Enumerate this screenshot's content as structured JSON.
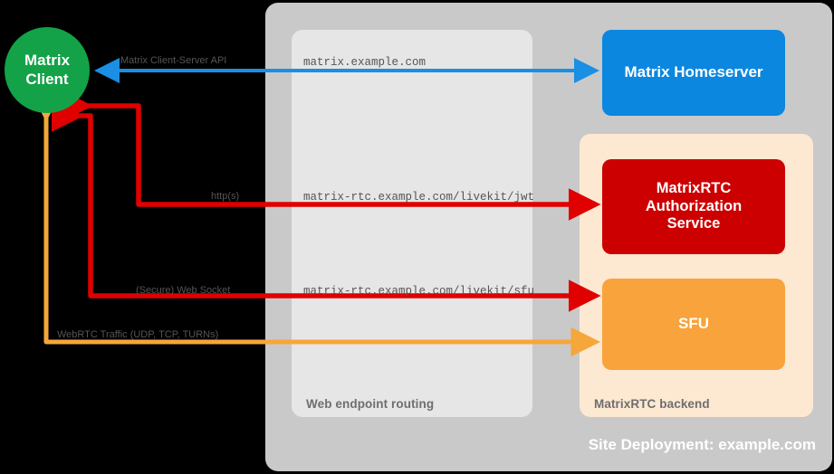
{
  "diagram": {
    "title": "Site Deployment: example.com",
    "colors": {
      "client": "#13a248",
      "homeserver": "#0b87e0",
      "auth_service": "#cc0000",
      "sfu": "#f8a33c",
      "site_container": "#c9c9c9",
      "web_panel": "#e6e6e6",
      "rtc_panel": "#fde8d2",
      "edge_blue": "#1a8fe3",
      "edge_red": "#e00000",
      "edge_orange": "#f5a73b"
    }
  },
  "nodes": {
    "client": "Matrix\nClient",
    "client_line1": "Matrix",
    "client_line2": "Client",
    "homeserver": "Matrix Homeserver",
    "auth_line1": "MatrixRTC",
    "auth_line2": "Authorization",
    "auth_line3": "Service",
    "sfu": "SFU"
  },
  "containers": {
    "web_panel_caption": "Web endpoint routing",
    "rtc_panel_caption": "MatrixRTC backend",
    "site_caption": "Site Deployment: example.com"
  },
  "edges": [
    {
      "id": "matrix-cs-api",
      "protocol_label": "Matrix Client-Server API",
      "endpoint_label": "matrix.example.com",
      "color": "#1a8fe3",
      "from": "client",
      "to": "homeserver",
      "bidirectional": true
    },
    {
      "id": "livekit-jwt",
      "protocol_label": "http(s)",
      "endpoint_label": "matrix-rtc.example.com/livekit/jwt",
      "color": "#e00000",
      "from": "client",
      "to": "auth_service",
      "bidirectional": true
    },
    {
      "id": "livekit-sfu",
      "protocol_label": "(Secure) Web Socket",
      "endpoint_label": "matrix-rtc.example.com/livekit/sfu",
      "color": "#e00000",
      "from": "client",
      "to": "sfu",
      "bidirectional": true
    },
    {
      "id": "webrtc-traffic",
      "protocol_label": "WebRTC Traffic (UDP, TCP, TURNs)",
      "endpoint_label": "",
      "color": "#f5a73b",
      "from": "client",
      "to": "sfu",
      "bidirectional": true
    }
  ]
}
